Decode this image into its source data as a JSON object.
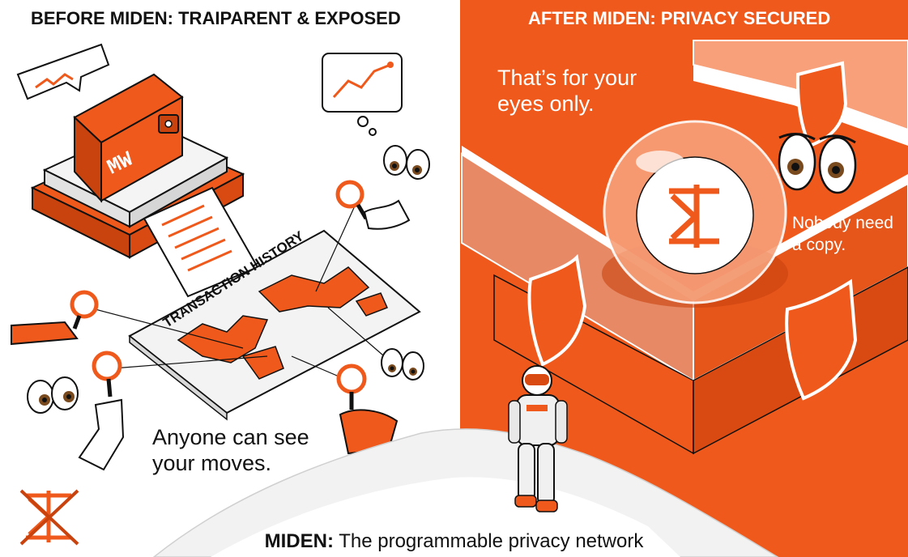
{
  "left_panel": {
    "heading": "BEFORE MIDEN: TRAIPARENT & EXPOSED",
    "caption": "Anyone can see\nyour moves.",
    "wallet_label": "MW",
    "map_label": "TRANSACTION HISTORY"
  },
  "right_panel": {
    "heading": "AFTER MIDEN: PRIVACY SECURED",
    "caption_primary": "That’s for your\neyes only.",
    "caption_secondary": "Nobody need\na copy."
  },
  "footer": {
    "brand": "MIDEN:",
    "tagline": " The programmable privacy network"
  },
  "colors": {
    "accent": "#ef5a1c",
    "accent_dark": "#c9430f",
    "ink": "#111111",
    "paper": "#ffffff"
  }
}
